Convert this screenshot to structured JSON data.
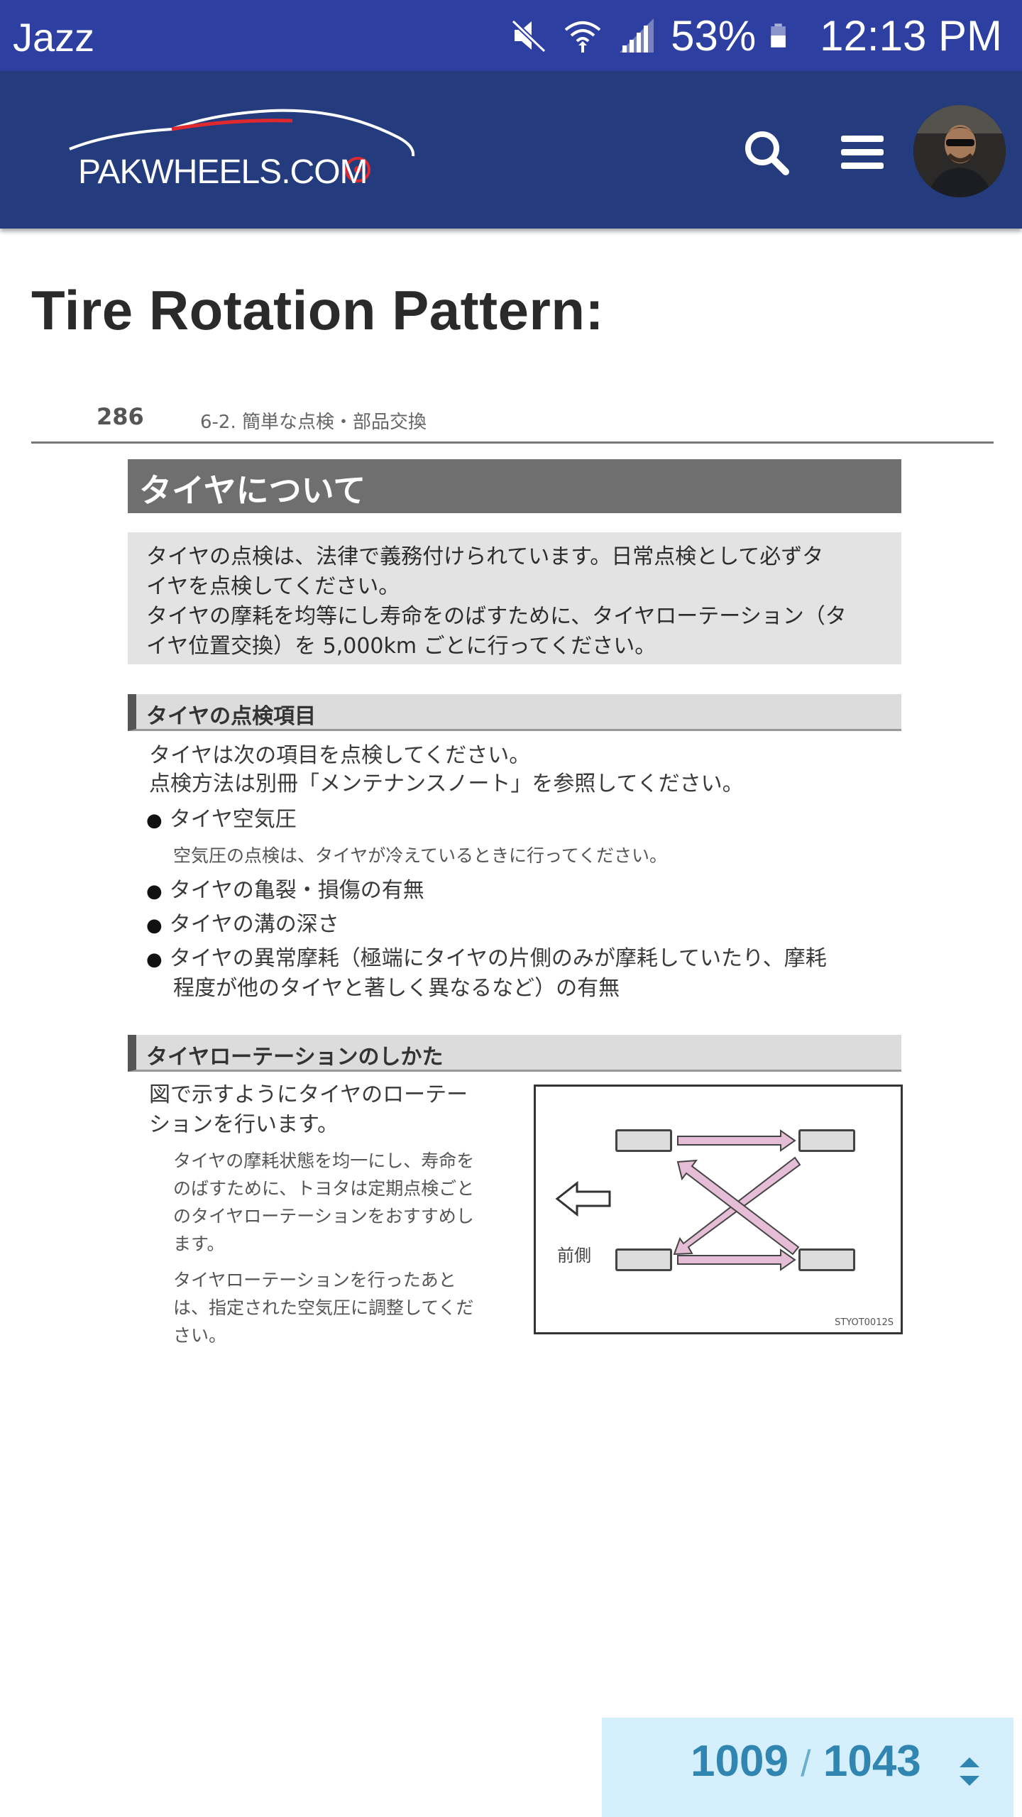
{
  "status_bar": {
    "carrier": "Jazz",
    "battery": "53%",
    "time": "12:13 PM",
    "icons": [
      "mute-icon",
      "wifi-icon",
      "signal-icon",
      "battery-icon"
    ]
  },
  "header": {
    "logo_text": "PAKWHEELS.COM",
    "icons": [
      "search-icon",
      "menu-icon",
      "avatar"
    ],
    "colors": {
      "background": "#243c7d",
      "status_bar": "#2d3fa0",
      "logo_accent": "#e0292f"
    }
  },
  "article": {
    "title": "Tire Rotation Pattern:"
  },
  "manual": {
    "page_number": "286",
    "section": "6-2. 簡単な点検・部品交換",
    "banner": "タイヤについて",
    "intro_lines": [
      "タイヤの点検は、法律で義務付けられています。日常点検として必ずタ",
      "イヤを点検してください。",
      "タイヤの摩耗を均等にし寿命をのばすために、タイヤローテーション（タ",
      "イヤ位置交換）を 5,000km ごとに行ってください。"
    ],
    "inspection": {
      "heading": "タイヤの点検項目",
      "lines": [
        "タイヤは次の項目を点検してください。",
        "点検方法は別冊「メンテナンスノート」を参照してください。"
      ],
      "bullet1": "タイヤ空気圧",
      "bullet1_note": "空気圧の点検は、タイヤが冷えているときに行ってください。",
      "bullet2": "タイヤの亀裂・損傷の有無",
      "bullet3": "タイヤの溝の深さ",
      "bullet4_lines": [
        "タイヤの異常摩耗（極端にタイヤの片側のみが摩耗していたり、摩耗",
        "程度が他のタイヤと著しく異なるなど）の有無"
      ]
    },
    "rotation": {
      "heading": "タイヤローテーションのしかた",
      "lines": [
        "図で示すようにタイヤのローテー",
        "ションを行います。"
      ],
      "note1_lines": [
        "タイヤの摩耗状態を均一にし、寿命を",
        "のばすために、トヨタは定期点検ごと",
        "のタイヤローテーションをおすすめし",
        "ます。"
      ],
      "note2_lines": [
        "タイヤローテーションを行ったあと",
        "は、指定された空気圧に調整してくだ",
        "さい。"
      ],
      "diagram_front_label": "前側",
      "diagram_code": "STYOT0012S"
    }
  },
  "pager": {
    "current": "1009",
    "separator": "/",
    "total": "1043"
  }
}
